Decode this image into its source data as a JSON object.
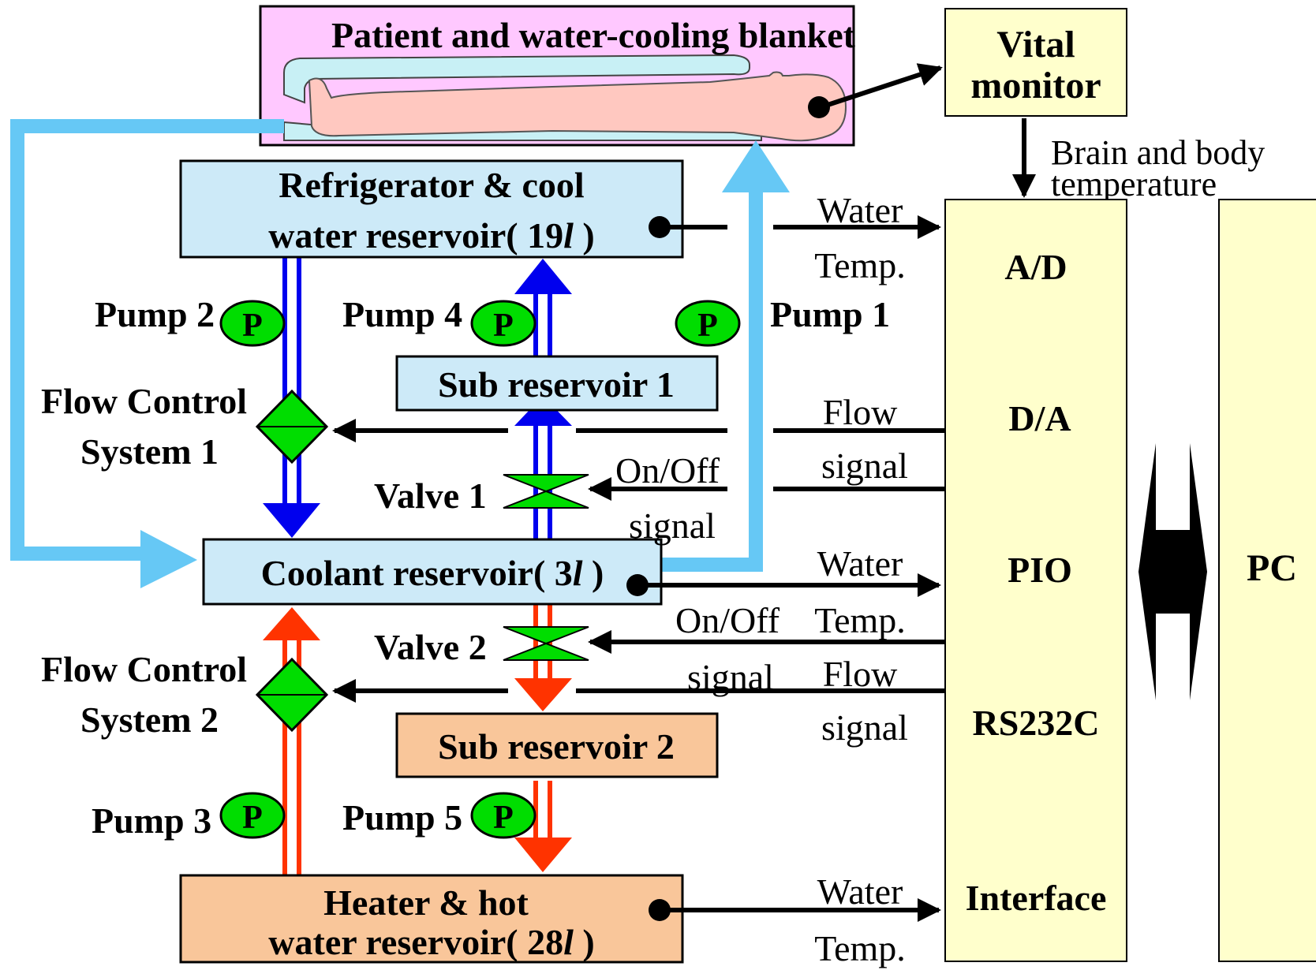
{
  "colors": {
    "patient_box": "#ffc8ff",
    "cool_box": "#cdeaf8",
    "hot_box": "#f9c69a",
    "interface_box": "#ffffcc",
    "blue_pipe": "#0000ee",
    "red_pipe": "#ff3300",
    "cyan_pipe": "#66c8f5",
    "valve_green": "#00dd00"
  },
  "patient": {
    "title": "Patient and water-cooling blanket"
  },
  "vital_monitor": {
    "line1": "Vital",
    "line2": "monitor"
  },
  "brain_temp": {
    "line1": "Brain and body",
    "line2": "temperature"
  },
  "refrigerator": {
    "line1": "Refrigerator & cool",
    "line2_prefix": "water reservoir( 19",
    "unit": "l",
    "line2_suffix": " )"
  },
  "coolant": {
    "prefix": "Coolant reservoir( 3",
    "unit": "l",
    "suffix": " )"
  },
  "heater": {
    "line1": "Heater & hot",
    "line2_prefix": "water reservoir( 28",
    "unit": "l",
    "line2_suffix": " )"
  },
  "sub_reservoir_1": "Sub reservoir 1",
  "sub_reservoir_2": "Sub reservoir 2",
  "pumps": {
    "pump1": "Pump 1",
    "pump2": "Pump 2",
    "pump3": "Pump 3",
    "pump4": "Pump 4",
    "pump5": "Pump 5",
    "symbol": "P"
  },
  "flow_control_1": {
    "line1": "Flow Control",
    "line2": "System 1"
  },
  "flow_control_2": {
    "line1": "Flow Control",
    "line2": "System 2"
  },
  "valve1": "Valve 1",
  "valve2": "Valve 2",
  "signals": {
    "water": "Water",
    "temp": "Temp.",
    "flow": "Flow",
    "signal": "signal",
    "onoff": "On/Off"
  },
  "interface": {
    "ad": "A/D",
    "da": "D/A",
    "pio": "PIO",
    "rs232c": "RS232C",
    "interface": "Interface"
  },
  "pc": "PC"
}
